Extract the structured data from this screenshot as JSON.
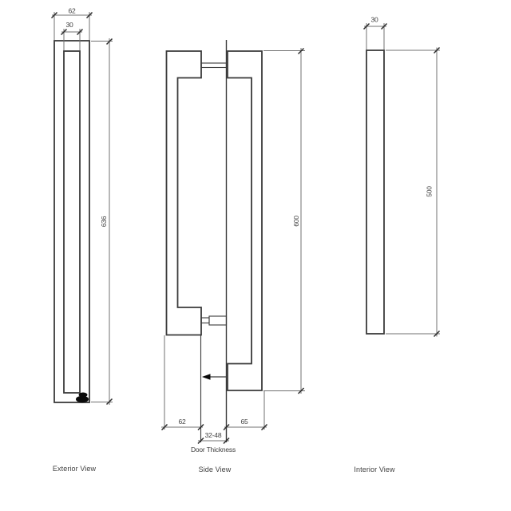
{
  "drawing": {
    "views": {
      "exterior": {
        "label": "Exterior View",
        "dims": {
          "overall_width": "62",
          "grip_width": "30",
          "overall_height": "636"
        }
      },
      "side": {
        "label": "Side View",
        "dims": {
          "exterior_projection": "62",
          "interior_projection": "65",
          "door_thickness_range": "32-48",
          "door_thickness_caption": "Door Thickness",
          "handle_height": "600"
        }
      },
      "interior": {
        "label": "Interior View",
        "dims": {
          "plate_width": "30",
          "plate_height": "500"
        }
      }
    },
    "colors": {
      "object_line": "#3a3a3a",
      "dimension_line": "#707070",
      "text": "#404040",
      "background": "#ffffff"
    }
  }
}
